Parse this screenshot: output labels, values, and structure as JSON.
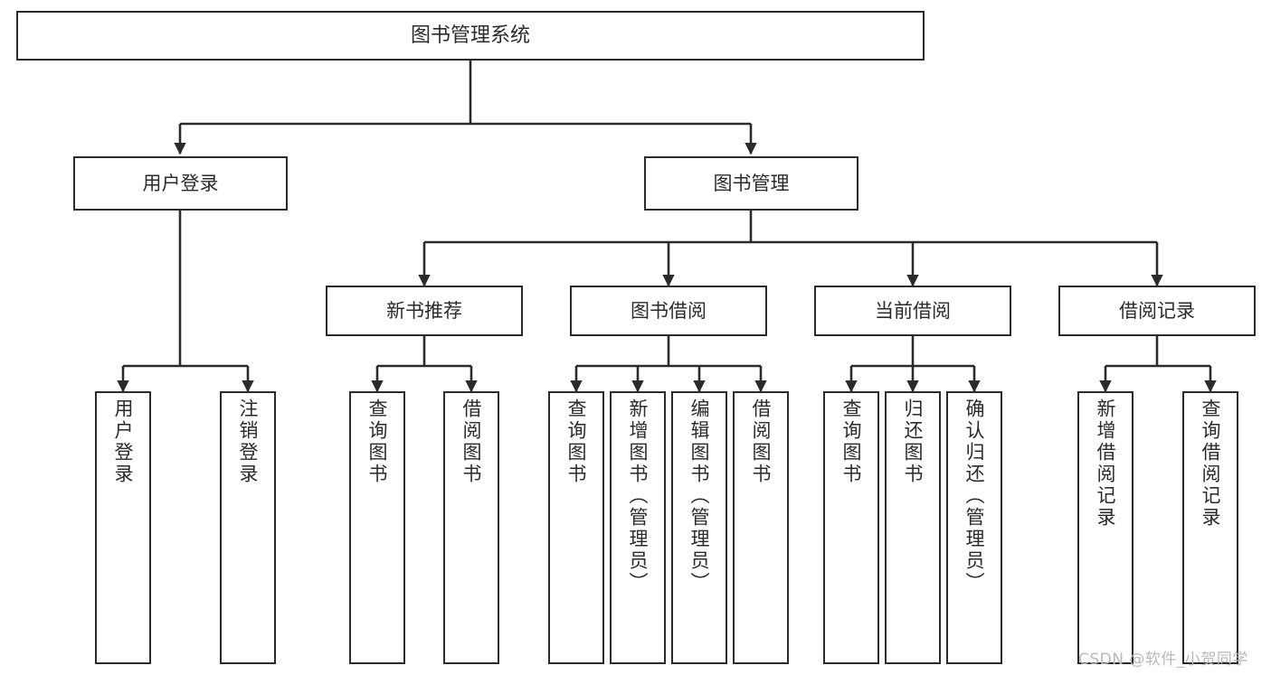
{
  "diagram": {
    "type": "tree",
    "title": "图书管理系统",
    "watermark": "CSDN @软件_小贺同学",
    "colors": {
      "box_border": "#2b2b2b",
      "box_fill": "#ffffff",
      "connector": "#2b2b2b",
      "text": "#2b2b2b",
      "watermark": "#b9b9b9",
      "background": "#ffffff"
    },
    "nodes": {
      "root": {
        "label": "图书管理系统"
      },
      "tier1": [
        {
          "label": "用户登录"
        },
        {
          "label": "图书管理"
        }
      ],
      "tier2": [
        {
          "label": "新书推荐"
        },
        {
          "label": "图书借阅"
        },
        {
          "label": "当前借阅"
        },
        {
          "label": "借阅记录"
        }
      ],
      "leaves": {
        "user_login": [
          {
            "label": "用户登录"
          },
          {
            "label": "注销登录"
          }
        ],
        "new_book": [
          {
            "label": "查询图书"
          },
          {
            "label": "借阅图书"
          }
        ],
        "book_borrow": [
          {
            "label": "查询图书"
          },
          {
            "label": "新增图书（管理员）"
          },
          {
            "label": "编辑图书（管理员）"
          },
          {
            "label": "借阅图书"
          }
        ],
        "current_borrow": [
          {
            "label": "查询图书"
          },
          {
            "label": "归还图书"
          },
          {
            "label": "确认归还（管理员）"
          }
        ],
        "borrow_record": [
          {
            "label": "新增借阅记录"
          },
          {
            "label": "查询借阅记录"
          }
        ]
      }
    }
  }
}
